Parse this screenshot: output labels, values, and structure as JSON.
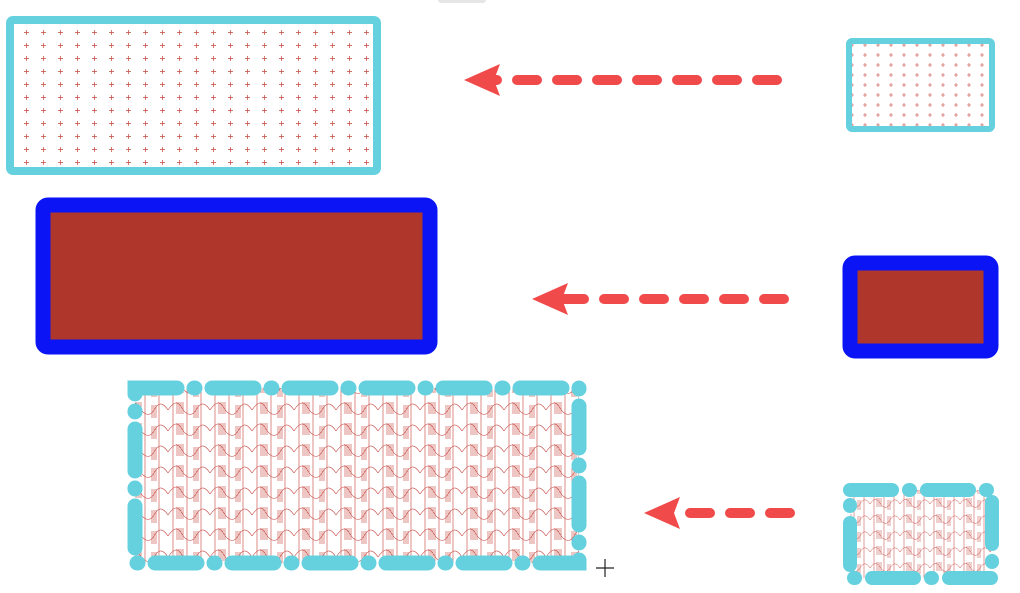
{
  "colors": {
    "background": "#ffffff",
    "cyan_stroke": "#66d1de",
    "blue_stroke": "#0a14f5",
    "brick_fill": "#ae362b",
    "pattern_red": "#c4433c",
    "arrow_red": "#f14a4a",
    "cursor": "#222222"
  },
  "rows": [
    {
      "name": "plus-pattern",
      "source": {
        "stroke": "cyan-solid",
        "fill": "plus-pattern"
      },
      "target": {
        "stroke": "cyan-solid",
        "fill": "plus-pattern"
      },
      "arrow": {
        "direction": "left",
        "style": "dashed"
      }
    },
    {
      "name": "solid-fill",
      "source": {
        "stroke": "blue-solid",
        "fill": "brick-red"
      },
      "target": {
        "stroke": "blue-solid",
        "fill": "brick-red"
      },
      "arrow": {
        "direction": "left",
        "style": "dashed"
      }
    },
    {
      "name": "wave-pattern",
      "source": {
        "stroke": "cyan-dash-dot",
        "fill": "wave-pattern"
      },
      "target": {
        "stroke": "cyan-dash-dot",
        "fill": "wave-pattern"
      },
      "arrow": {
        "direction": "left",
        "style": "dashed"
      }
    }
  ],
  "icons": [
    "arrow-left-dashed-icon",
    "crosshair-cursor-icon"
  ]
}
